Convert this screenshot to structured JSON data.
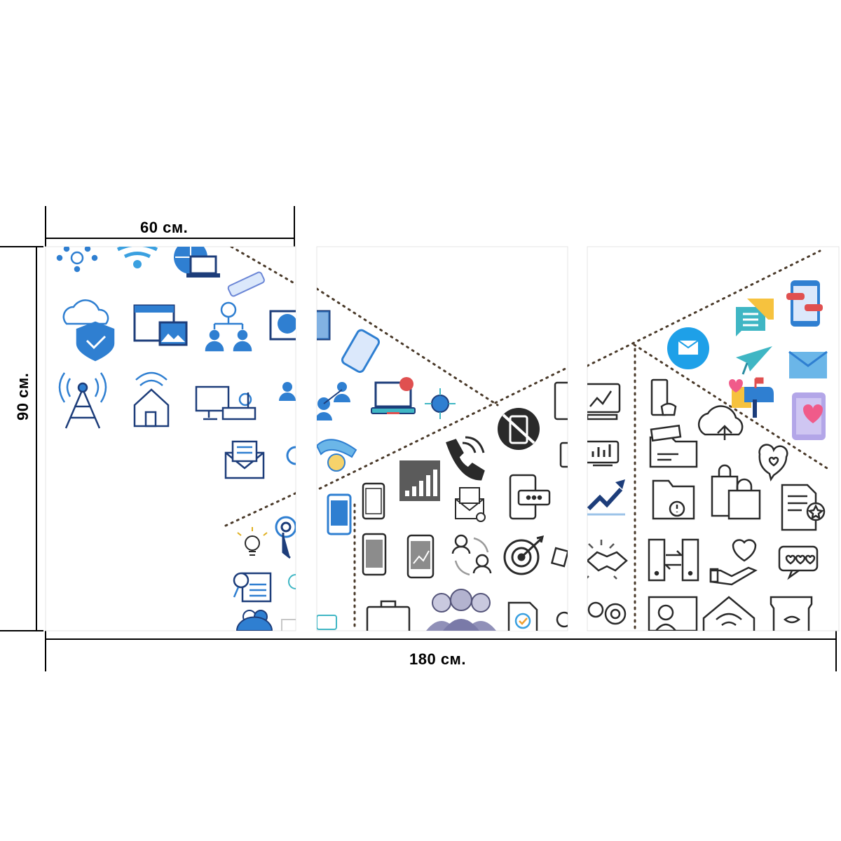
{
  "dimensions": {
    "panel_width_label": "60 см.",
    "height_label": "90 см.",
    "total_width_label": "180 см."
  },
  "panels": [
    {
      "name": "left-panel",
      "icons": [
        "network-nodes-icon",
        "wifi-icon",
        "globe-laptop-icon",
        "usb-stick-icon",
        "cloud-security-icon",
        "browser-windows-icon",
        "user-network-icon",
        "monitor-globe-icon",
        "radio-tower-icon",
        "smart-home-icon",
        "computer-router-icon",
        "mail-icon",
        "lightbulb-icon",
        "touch-icon",
        "id-document-icon",
        "chat-group-icon"
      ]
    },
    {
      "name": "center-panel",
      "icons": [
        "smartphone-icon",
        "laptop-send-icon",
        "globe-network-icon",
        "phone-call-icon",
        "no-phone-icon",
        "signal-bars-icon",
        "mobile-icon",
        "envelope-check-icon",
        "mobile-chat-icon",
        "phone-chart-icon",
        "user-sync-icon",
        "target-icon",
        "team-icon",
        "briefcase-icon",
        "document-check-icon"
      ]
    },
    {
      "name": "right-panel",
      "icons": [
        "chart-monitor-icon",
        "bar-chart-monitor-icon",
        "growth-arrow-icon",
        "handshake-icon",
        "gears-icon",
        "mobile-messages-icon",
        "chat-bubble-icon",
        "email-circle-icon",
        "paper-plane-icon",
        "envelope-icon",
        "mailbox-icon",
        "heart-phone-icon",
        "game-console-icon",
        "cloud-share-icon",
        "hearts-chat-icon",
        "shopping-bags-icon",
        "document-star-icon",
        "folder-alert-icon",
        "server-transfer-icon",
        "heart-hand-icon",
        "review-chat-icon",
        "smart-house-icon",
        "coffee-bag-icon"
      ]
    }
  ],
  "colors": {
    "blue_accent": "#2f7fd1",
    "navy": "#1d3d7a",
    "dotted_line": "#4a3a2a",
    "icon_dark": "#2a2a2a",
    "teal": "#3fb6c4"
  }
}
